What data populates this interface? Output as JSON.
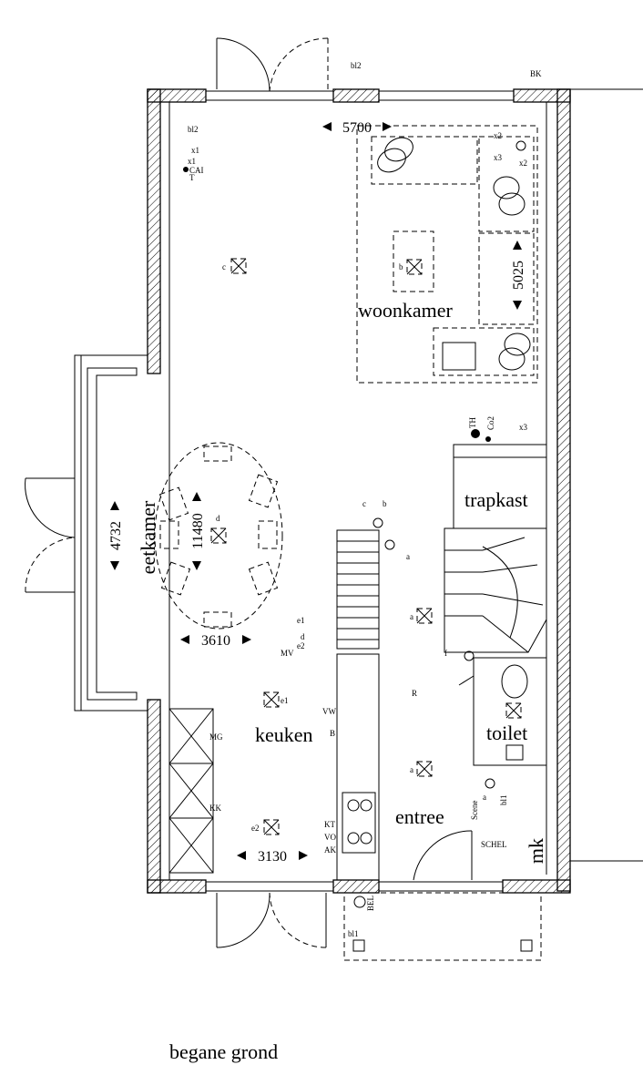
{
  "rooms": {
    "woonkamer": "woonkamer",
    "eetkamer": "eetkamer",
    "keuken": "keuken",
    "entree": "entree",
    "trapkast": "trapkast",
    "toilet": "toilet",
    "mk": "mk"
  },
  "dimensions": {
    "woonkamer_width": "5700",
    "woonkamer_depth": "5025",
    "eetkamer_bay": "4732",
    "total_length": "11480",
    "table_width": "3610",
    "keuken_width": "3130"
  },
  "symbols": {
    "bl2_top": "bl2",
    "bk": "BK",
    "bl2_left": "bl2",
    "x1_a": "x1",
    "x1_b": "x1",
    "cai": "CAI",
    "t": "T",
    "c_top": "c",
    "b_woon": "b",
    "x2_a": "x2",
    "x3_a": "x3",
    "x2_b": "x2",
    "th": "TH",
    "co2": "Co2",
    "x3_b": "x3",
    "d_table": "d",
    "c_stair": "c",
    "b_stair": "b",
    "a_stair": "a",
    "e1_a": "e1",
    "d_mv": "d",
    "e2_a": "e2",
    "mv": "MV",
    "a_hall": "a",
    "f_hall": "f",
    "r_hall": "R",
    "e1_b": "e1",
    "vw": "VW",
    "b_keuken": "B",
    "mg": "MG",
    "kk": "KK",
    "e2_b": "e2",
    "kt": "KT",
    "vo": "VO",
    "ak": "AK",
    "a_entree": "a",
    "scene": "Scene",
    "a_toilet": "a",
    "bl1_a": "bl1",
    "schel": "SCHEL",
    "bel": "BEL",
    "bl1_b": "bl1"
  },
  "caption": "begane grond"
}
